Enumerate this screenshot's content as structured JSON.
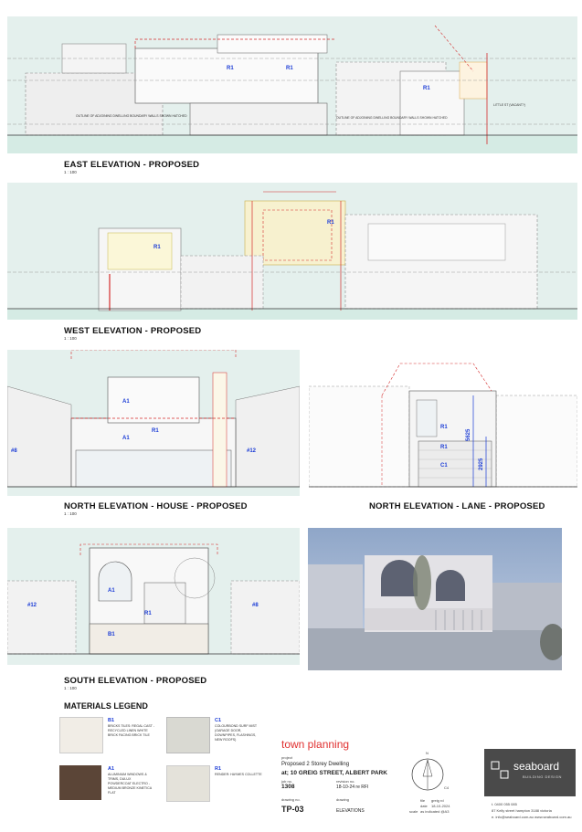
{
  "colors": {
    "sky": "#e2efec",
    "ground": "#d6ece6",
    "accent_red": "#d42a2a",
    "tag_blue": "#1a3bd6",
    "seaboard_dark": "#4a4a4a",
    "town_planning": "#e03030"
  },
  "drawings": {
    "east": {
      "title": "EAST ELEVATION - PROPOSED",
      "scale": "1 : 100"
    },
    "west": {
      "title": "WEST ELEVATION - PROPOSED",
      "scale": "1 : 100"
    },
    "north_house": {
      "title": "NORTH ELEVATION - HOUSE - PROPOSED",
      "scale": "1 : 100"
    },
    "north_lane": {
      "title": "NORTH ELEVATION - LANE - PROPOSED",
      "scale": ""
    },
    "south": {
      "title": "SOUTH ELEVATION - PROPOSED",
      "scale": "1 : 100"
    }
  },
  "elevation_notes": {
    "east_left": "OUTLINE OF ADJOINING DWELLING BOUNDARY WALLS SHOWN HATCHED",
    "east_right": "OUTLINE OF ADJOINING DWELLING BOUNDARY WALLS SHOWN HATCHED",
    "east_corner": "LITTLE ST (VACANT?)"
  },
  "tags": {
    "r1": "R1",
    "a1": "A1",
    "b1": "B1",
    "c1": "C1",
    "hash12": "#12",
    "hash8": "#8",
    "dim_height": "5625",
    "dim_lower": "2925"
  },
  "legend": {
    "title": "MATERIALS LEGEND",
    "items": [
      {
        "code": "B1",
        "desc": "BRICKS TILES: REGAL CAST - RECYCLED LINEN WHITE BRICK FACING BRICK TILE",
        "color": "#f1ede6"
      },
      {
        "code": "C1",
        "desc": "COLOURBOND SURF MIST (GARAGE DOOR, DOWNPIPES, FLASHINGS, NEW ROOFS)",
        "color": "#d9d9d2"
      },
      {
        "code": "A1",
        "desc": "ALUMINIUM WINDOWS & TRIMS, DULUX POWDERCOAT ELECTRO - MEDIUM BRONZE KINETICA FLAT",
        "color": "#5b4537"
      },
      {
        "code": "R1",
        "desc": "RENDER: HAYMES COLLETTE",
        "color": "#e4e2da"
      }
    ]
  },
  "title_block": {
    "heading": "town planning",
    "project_label": "project",
    "project": "Proposed 2 Storey Dwelling",
    "address": "at; 10 GREIG STREET, ALBERT PARK",
    "job_label": "job no.",
    "job_no": "1308",
    "revision_label": "revision no.",
    "revision": "18-10-24 re RFI",
    "drawing_no_label": "drawing no.",
    "drawing_no": "TP-03",
    "drawing_label": "drawing",
    "drawing_name": "ELEVATIONS",
    "north": "N",
    "scale": "C4",
    "drawn_label": "file",
    "drawn": "greig rd",
    "date_label": "date",
    "date": "18-10-2024",
    "scale_label": "scale",
    "scale_value": "as indicated @A3",
    "brand": "seaboard",
    "brand_sub": "BUILDING DESIGN",
    "phone": "t. 0400 055 085",
    "address_line": "87 Kelly street hampton 3188 victoria",
    "email": "e. info@seaboard.com.au  www.seaboard.com.au"
  }
}
